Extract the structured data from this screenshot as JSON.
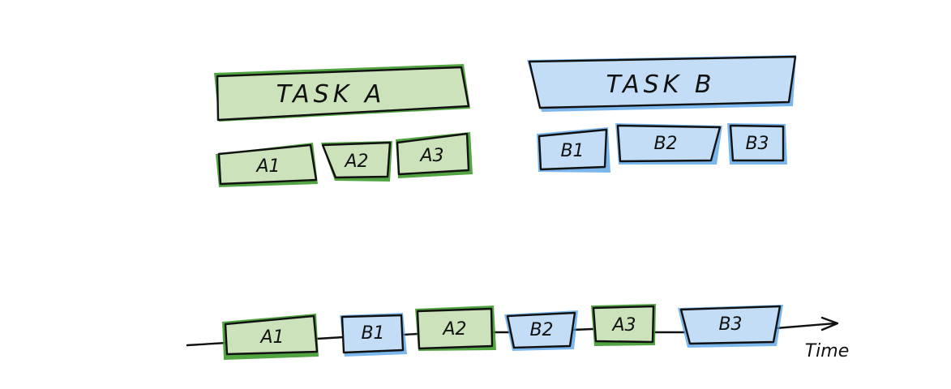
{
  "colors": {
    "task_a_fill": "#d3e6c2",
    "task_a_edge": "#3f9a2e",
    "task_b_fill": "#c6def5",
    "task_b_edge": "#4f9fe6",
    "ink": "#111111"
  },
  "task_a": {
    "title": "TASK A",
    "subtasks": [
      "A1",
      "A2",
      "A3"
    ]
  },
  "task_b": {
    "title": "TASK B",
    "subtasks": [
      "B1",
      "B2",
      "B3"
    ]
  },
  "timeline": {
    "label": "Time",
    "sequence": [
      {
        "label": "A1",
        "task": "a"
      },
      {
        "label": "B1",
        "task": "b"
      },
      {
        "label": "A2",
        "task": "a"
      },
      {
        "label": "B2",
        "task": "b"
      },
      {
        "label": "A3",
        "task": "a"
      },
      {
        "label": "B3",
        "task": "b"
      }
    ]
  }
}
